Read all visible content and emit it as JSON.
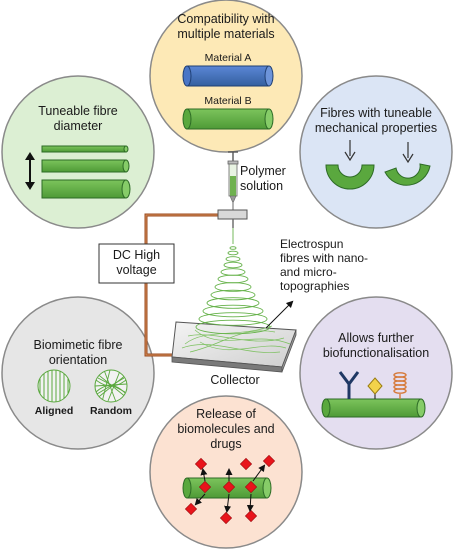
{
  "panels": {
    "top": {
      "title": [
        "Compatibility with",
        "multiple materials"
      ],
      "material_a": "Material A",
      "material_b": "Material B",
      "fill": "#fde9b6"
    },
    "left_upper": {
      "title": [
        "Tuneable fibre",
        "diameter"
      ],
      "fill": "#dcefd3"
    },
    "right_upper": {
      "title": [
        "Fibres with tuneable",
        "mechanical properties"
      ],
      "fill": "#dbe5f5"
    },
    "left_lower": {
      "title": [
        "Biomimetic fibre",
        "orientation"
      ],
      "aligned": "Aligned",
      "random": "Random",
      "fill": "#e6e6e6"
    },
    "right_lower": {
      "title": [
        "Allows further",
        "biofunctionalisation"
      ],
      "fill": "#e4def0"
    },
    "bottom": {
      "title": [
        "Release of",
        "biomolecules and",
        "drugs"
      ],
      "fill": "#fce2d2"
    }
  },
  "center": {
    "polymer_solution": [
      "Polymer",
      "solution"
    ],
    "dc_voltage": [
      "DC High",
      "voltage"
    ],
    "fibres_label": [
      "Electrospun",
      "fibres with nano-",
      "and micro-",
      "topographies"
    ],
    "collector": "Collector"
  },
  "colors": {
    "fibre_green": "#66b24a",
    "fibre_stroke": "#2d6b26",
    "material_a_blue": "#4472c4",
    "wire": "#9b4a1e",
    "drug_red": "#e8141b"
  }
}
